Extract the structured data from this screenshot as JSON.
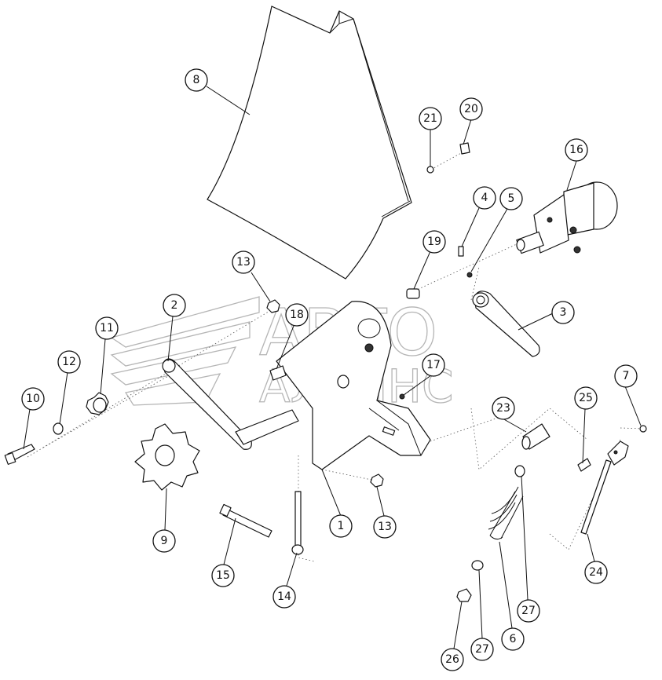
{
  "watermark": {
    "line1": "АВТО",
    "line2": "АЛЬЯНС"
  },
  "callouts": [
    {
      "id": "8",
      "label": "8"
    },
    {
      "id": "21",
      "label": "21"
    },
    {
      "id": "20",
      "label": "20"
    },
    {
      "id": "16",
      "label": "16"
    },
    {
      "id": "4",
      "label": "4"
    },
    {
      "id": "5",
      "label": "5"
    },
    {
      "id": "19",
      "label": "19"
    },
    {
      "id": "13a",
      "label": "13"
    },
    {
      "id": "2",
      "label": "2"
    },
    {
      "id": "18",
      "label": "18"
    },
    {
      "id": "3",
      "label": "3"
    },
    {
      "id": "11",
      "label": "11"
    },
    {
      "id": "12",
      "label": "12"
    },
    {
      "id": "17",
      "label": "17"
    },
    {
      "id": "7",
      "label": "7"
    },
    {
      "id": "10",
      "label": "10"
    },
    {
      "id": "25",
      "label": "25"
    },
    {
      "id": "23",
      "label": "23"
    },
    {
      "id": "1",
      "label": "1"
    },
    {
      "id": "13b",
      "label": "13"
    },
    {
      "id": "9",
      "label": "9"
    },
    {
      "id": "15",
      "label": "15"
    },
    {
      "id": "24",
      "label": "24"
    },
    {
      "id": "14",
      "label": "14"
    },
    {
      "id": "27a",
      "label": "27"
    },
    {
      "id": "26",
      "label": "26"
    },
    {
      "id": "27b",
      "label": "27"
    },
    {
      "id": "6",
      "label": "6"
    }
  ]
}
